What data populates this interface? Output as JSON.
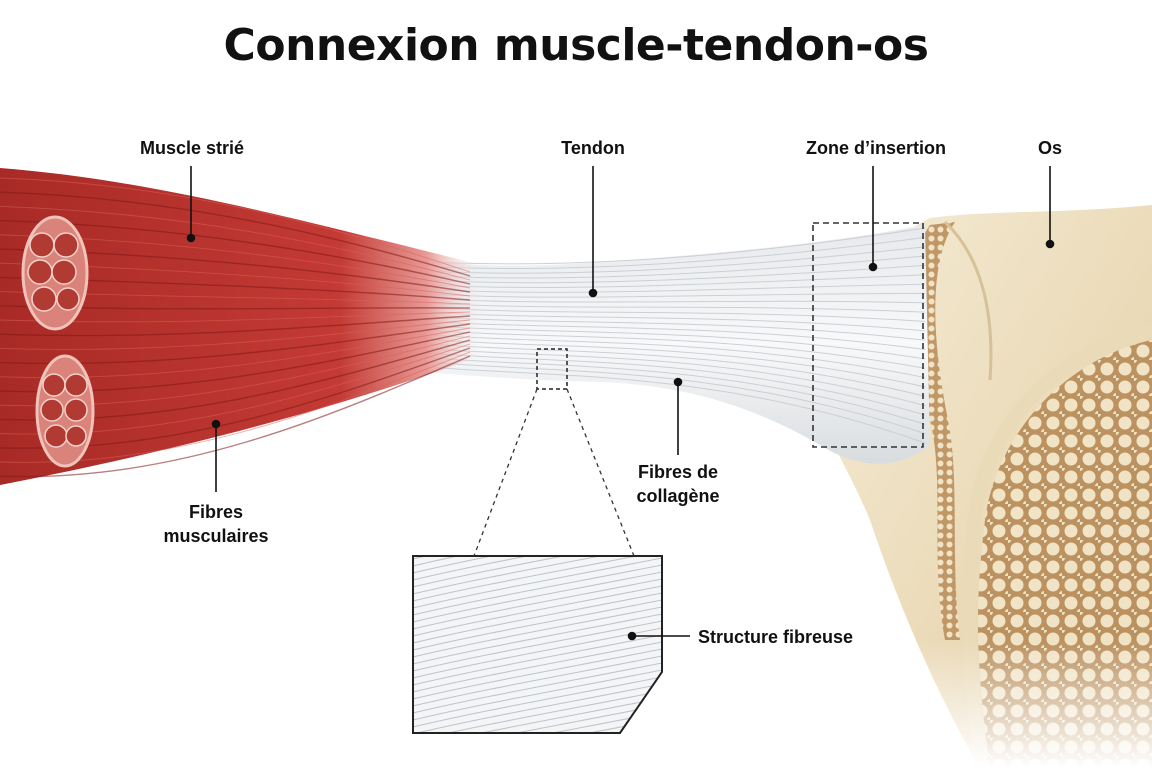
{
  "title": "Connexion muscle-tendon-os",
  "labels": {
    "muscle": "Muscle strié",
    "tendon": "Tendon",
    "insertion": "Zone d’insertion",
    "os": "Os",
    "fibres_musculaires_1": "Fibres",
    "fibres_musculaires_2": "musculaires",
    "collagene_1": "Fibres de",
    "collagene_2": "collagène",
    "structure": "Structure fibreuse"
  },
  "colors": {
    "muscle": "#b8302c",
    "muscle_dark": "#8a1f1c",
    "tendon": "#eef0f2",
    "bone": "#efe2c4",
    "bone_spongy": "#c9a574"
  }
}
